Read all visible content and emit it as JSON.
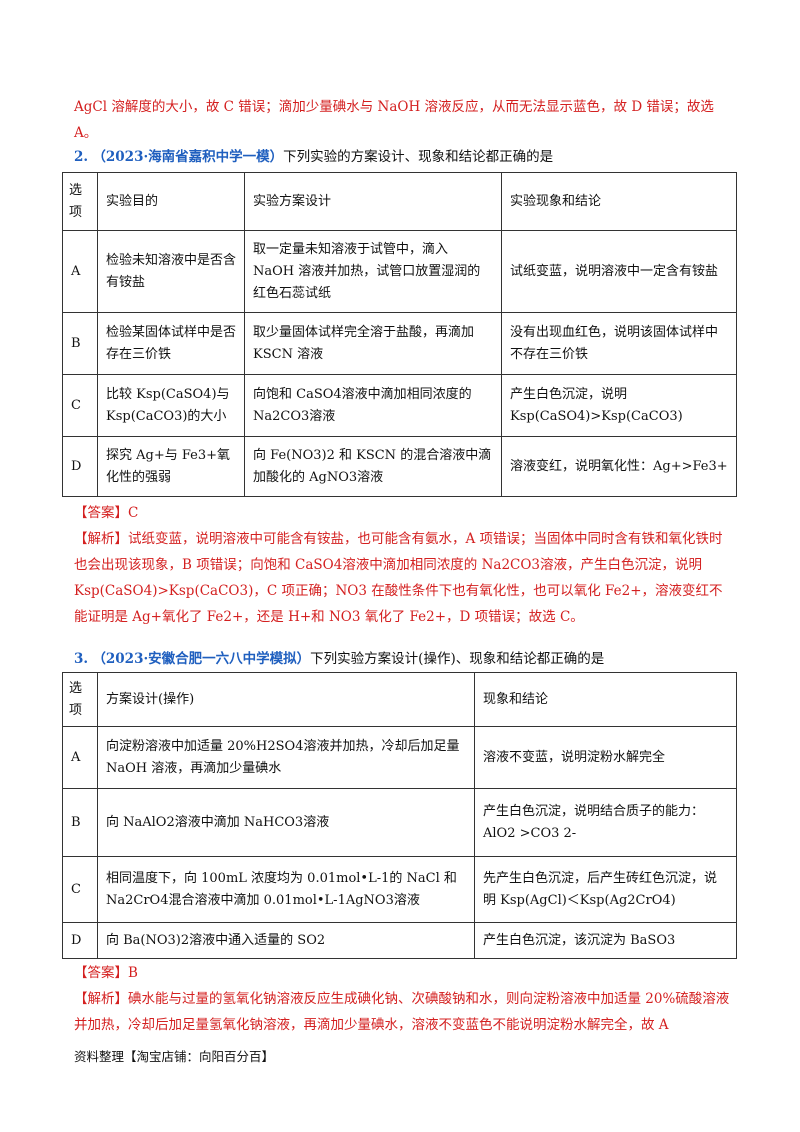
{
  "top_analysis": {
    "line1": "AgCl 溶解度的大小，故 C 错误；滴加少量碘水与 NaOH 溶液反应，从而无法显示蓝色，故 D 错误；故选",
    "line2": "A。"
  },
  "q2": {
    "number": "2.",
    "source": "（2023·海南省嘉积中学一模）",
    "stem": "下列实验的方案设计、现象和结论都正确的是",
    "headers": [
      "选项",
      "实验目的",
      "实验方案设计",
      "实验现象和结论"
    ],
    "rows": [
      {
        "opt": "A",
        "purpose": "检验未知溶液中是否含有铵盐",
        "design": "取一定量未知溶液于试管中，滴入 NaOH 溶液并加热，试管口放置湿润的红色石蕊试纸",
        "result": "试纸变蓝，说明溶液中一定含有铵盐"
      },
      {
        "opt": "B",
        "purpose": "检验某固体试样中是否存在三价铁",
        "design": "取少量固体试样完全溶于盐酸，再滴加 KSCN 溶液",
        "result": "没有出现血红色，说明该固体试样中不存在三价铁"
      },
      {
        "opt": "C",
        "purpose": "比较 Ksp(CaSO4)与 Ksp(CaCO3)的大小",
        "design": "向饱和 CaSO4溶液中滴加相同浓度的 Na2CO3溶液",
        "result": "产生白色沉淀，说明 Ksp(CaSO4)>Ksp(CaCO3)"
      },
      {
        "opt": "D",
        "purpose": "探究 Ag+与 Fe3+氧化性的强弱",
        "design": "向 Fe(NO3)2 和 KSCN 的混合溶液中滴加酸化的 AgNO3溶液",
        "result": "溶液变红，说明氧化性：Ag+>Fe3+"
      }
    ],
    "answer": "【答案】C",
    "analysis": "【解析】试纸变蓝，说明溶液中可能含有铵盐，也可能含有氨水，A 项错误；当固体中同时含有铁和氧化铁时也会出现该现象，B 项错误；向饱和 CaSO4溶液中滴加相同浓度的 Na2CO3溶液，产生白色沉淀，说明 Ksp(CaSO4)>Ksp(CaCO3)，C 项正确；NO3 在酸性条件下也有氧化性，也可以氧化 Fe2+，溶液变红不能证明是 Ag+氧化了 Fe2+，还是 H+和 NO3 氧化了 Fe2+，D 项错误；故选 C。"
  },
  "q3": {
    "number": "3.",
    "source": "（2023·安徽合肥一六八中学模拟）",
    "stem": "下列实验方案设计(操作)、现象和结论都正确的是",
    "headers": [
      "选项",
      "方案设计(操作)",
      "现象和结论"
    ],
    "rows": [
      {
        "opt": "A",
        "design": "向淀粉溶液中加适量 20%H2SO4溶液并加热，冷却后加足量 NaOH 溶液，再滴加少量碘水",
        "result": "溶液不变蓝，说明淀粉水解完全"
      },
      {
        "opt": "B",
        "design": "向 NaAlO2溶液中滴加 NaHCO3溶液",
        "result": "产生白色沉淀，说明结合质子的能力：AlO2 >CO3 2-"
      },
      {
        "opt": "C",
        "design": "相同温度下，向 100mL 浓度均为 0.01mol•L-1的 NaCl 和 Na2CrO4混合溶液中滴加 0.01mol•L-1AgNO3溶液",
        "result": "先产生白色沉淀，后产生砖红色沉淀，说明 Ksp(AgCl)＜Ksp(Ag2CrO4)"
      },
      {
        "opt": "D",
        "design": "向 Ba(NO3)2溶液中通入适量的 SO2",
        "result": "产生白色沉淀，该沉淀为 BaSO3"
      }
    ],
    "answer": "【答案】B",
    "analysis": "【解析】碘水能与过量的氢氧化钠溶液反应生成碘化钠、次碘酸钠和水，则向淀粉溶液中加适量 20%硫酸溶液并加热，冷却后加足量氢氧化钠溶液，再滴加少量碘水，溶液不变蓝色不能说明淀粉水解完全，故 A"
  },
  "footer": "资料整理【淘宝店铺：向阳百分百】"
}
